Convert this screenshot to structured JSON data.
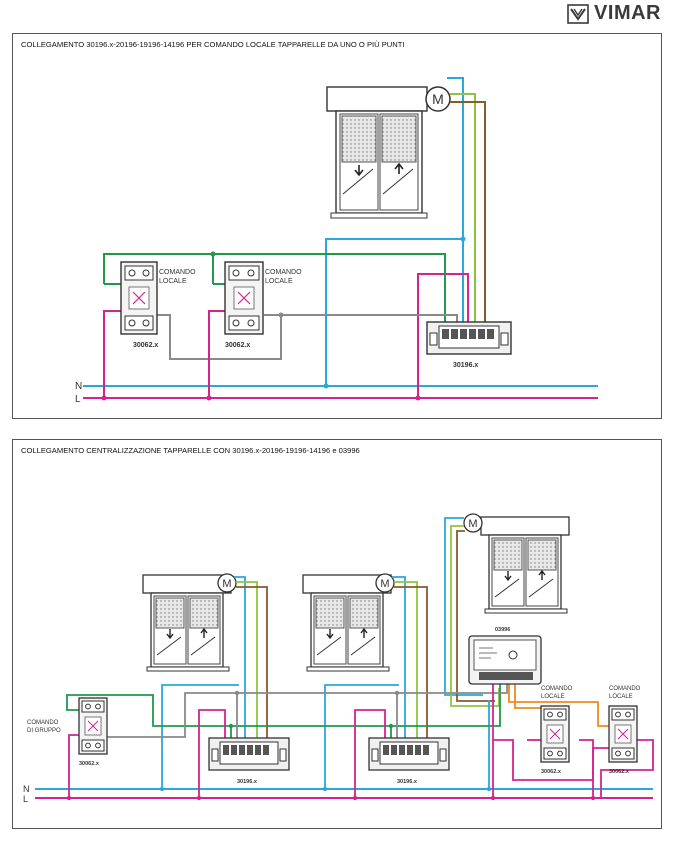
{
  "brand": {
    "name": "VIMAR",
    "logo_icon": "vimar-logo-icon"
  },
  "panel1": {
    "title": "COLLEGAMENTO 30196.x-20196-19196-14196 PER COMANDO LOCALE TAPPARELLE DA UNO O PIÙ PUNTI",
    "switch_label_1": "COMANDO",
    "switch_label_2": "LOCALE",
    "switch_code": "30062.x",
    "actuator_code": "30196.x",
    "motor": "M",
    "neutral": "N",
    "line": "L"
  },
  "panel2": {
    "title": "COLLEGAMENTO CENTRALIZZAZIONE TAPPARELLE CON 30196.x-20196-19196-14196 e 03996",
    "group_label_1": "COMANDO",
    "group_label_2": "DI GRUPPO",
    "local_label_1": "COMANDO",
    "local_label_2": "LOCALE",
    "switch_code": "30062.x",
    "actuator_code": "30196.x",
    "central_code": "03996",
    "motor": "M",
    "neutral": "N",
    "line": "L"
  },
  "colors": {
    "blue": "#2aa8de",
    "magenta": "#d6228e",
    "green": "#1f9a4a",
    "gray": "#8a8a8a",
    "brown": "#8b5a2b",
    "olive": "#8cc63f",
    "orange": "#f08a1c"
  }
}
